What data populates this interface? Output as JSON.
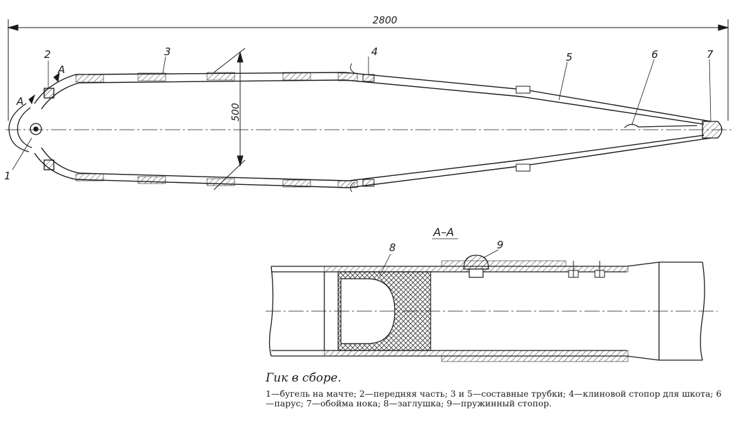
{
  "drawing": {
    "overall_dimension": "2800",
    "height_dimension": "500",
    "section_mark": "A",
    "section_title": "А–А",
    "callouts": {
      "c1": "1",
      "c2": "2",
      "c3": "3",
      "c4": "4",
      "c5": "5",
      "c6": "6",
      "c7": "7",
      "c8": "8",
      "c9": "9"
    }
  },
  "caption": {
    "title": "Гик в сборе.",
    "text": "1—бугель на мачте; 2—передняя часть; 3 и 5—составные трубки; 4—клиновой стопор для шкота; 6—парус; 7—обойма нока; 8—заглушка; 9—пружинный стопор."
  },
  "colors": {
    "ink": "#1a1a1a",
    "paper": "#ffffff",
    "hatch": "#333333"
  }
}
